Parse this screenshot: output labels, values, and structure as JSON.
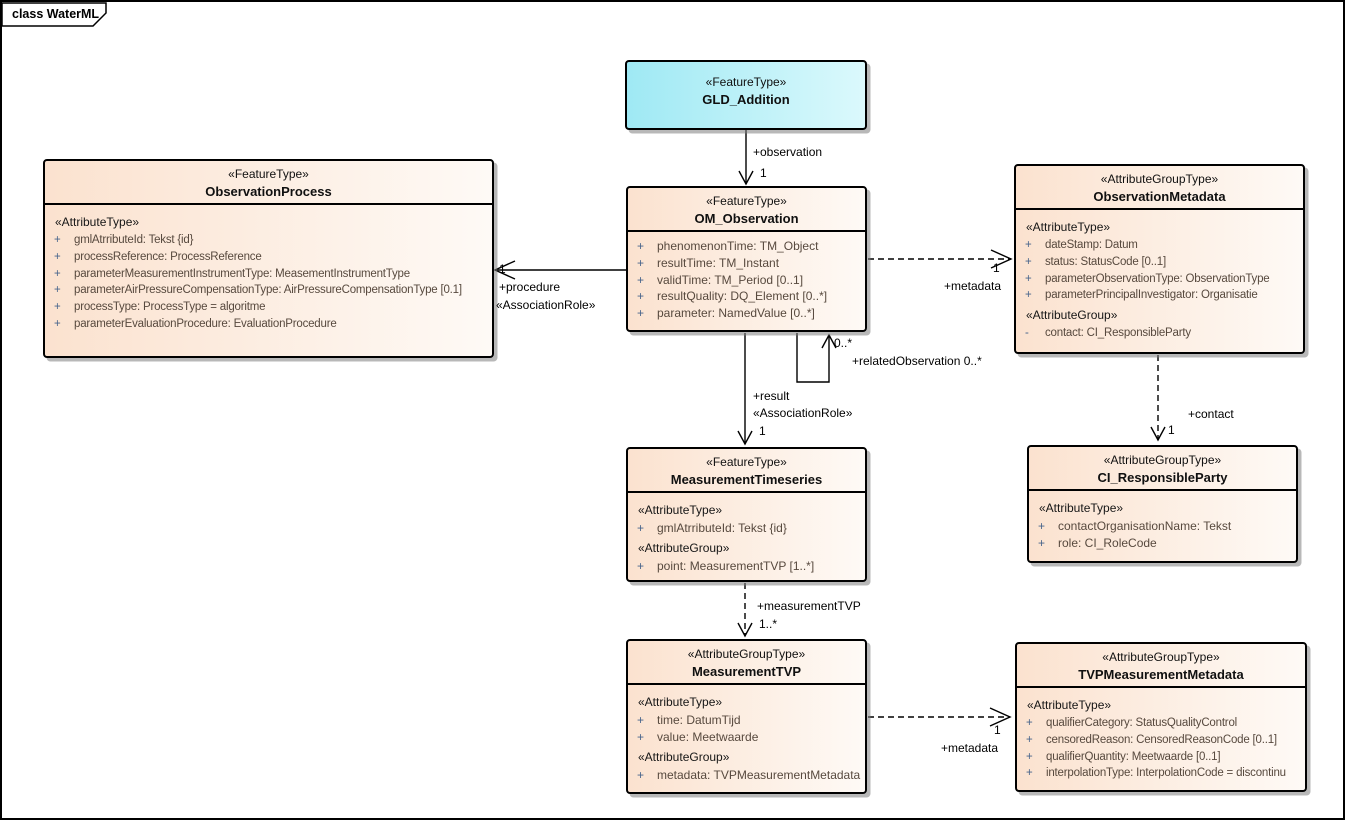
{
  "frame": {
    "label": "class WaterML"
  },
  "colors": {
    "class_border": "#000000",
    "feature_fill_left": "#9fe9f4",
    "feature_fill_right": "#dbf9fc",
    "class_fill_left": "#fbe2cf",
    "class_fill_right": "#fefaf6",
    "attribute_text": "#57493e",
    "visibility_sign": "#47648c"
  },
  "classes": [
    {
      "stereotype": "«FeatureType»",
      "name": "GLD_Addition",
      "sections": []
    },
    {
      "stereotype": "«FeatureType»",
      "name": "OM_Observation",
      "sections": [
        {
          "heading": "",
          "items": [
            {
              "vis": "+",
              "text": "phenomenonTime: TM_Object"
            },
            {
              "vis": "+",
              "text": "resultTime: TM_Instant"
            },
            {
              "vis": "+",
              "text": "validTime: TM_Period [0..1]"
            },
            {
              "vis": "+",
              "text": "resultQuality: DQ_Element [0..*]"
            },
            {
              "vis": "+",
              "text": "parameter: NamedValue [0..*]"
            }
          ]
        }
      ]
    },
    {
      "stereotype": "«FeatureType»",
      "name": "ObservationProcess",
      "sections": [
        {
          "heading": "«AttributeType»",
          "items": [
            {
              "vis": "+",
              "text": "gmlAtrributeId: Tekst {id}"
            },
            {
              "vis": "+",
              "text": "processReference: ProcessReference"
            },
            {
              "vis": "+",
              "text": "parameterMeasurementInstrumentType: MeasementInstrumentType"
            },
            {
              "vis": "+",
              "text": "parameterAirPressureCompensationType: AirPressureCompensationType [0.1]"
            },
            {
              "vis": "+",
              "text": "processType: ProcessType = algoritme"
            },
            {
              "vis": "+",
              "text": "parameterEvaluationProcedure: EvaluationProcedure"
            }
          ]
        }
      ]
    },
    {
      "stereotype": "«AttributeGroupType»",
      "name": "ObservationMetadata",
      "sections": [
        {
          "heading": "«AttributeType»",
          "items": [
            {
              "vis": "+",
              "text": "dateStamp: Datum"
            },
            {
              "vis": "+",
              "text": "status: StatusCode [0..1]"
            },
            {
              "vis": "+",
              "text": "parameterObservationType: ObservationType"
            },
            {
              "vis": "+",
              "text": "parameterPrincipalInvestigator: Organisatie"
            }
          ]
        },
        {
          "heading": "«AttributeGroup»",
          "items": [
            {
              "vis": "-",
              "text": "contact: CI_ResponsibleParty"
            }
          ]
        }
      ]
    },
    {
      "stereotype": "«FeatureType»",
      "name": "MeasurementTimeseries",
      "sections": [
        {
          "heading": "«AttributeType»",
          "items": [
            {
              "vis": "+",
              "text": "gmlAtrributeId: Tekst {id}"
            }
          ]
        },
        {
          "heading": "«AttributeGroup»",
          "items": [
            {
              "vis": "+",
              "text": "point: MeasurementTVP [1..*]"
            }
          ]
        }
      ]
    },
    {
      "stereotype": "«AttributeGroupType»",
      "name": "CI_ResponsibleParty",
      "sections": [
        {
          "heading": "«AttributeType»",
          "items": [
            {
              "vis": "+",
              "text": "contactOrganisationName: Tekst"
            },
            {
              "vis": "+",
              "text": "role: CI_RoleCode"
            }
          ]
        }
      ]
    },
    {
      "stereotype": "«AttributeGroupType»",
      "name": "MeasurementTVP",
      "sections": [
        {
          "heading": "«AttributeType»",
          "items": [
            {
              "vis": "+",
              "text": "time: DatumTijd"
            },
            {
              "vis": "+",
              "text": "value: Meetwaarde"
            }
          ]
        },
        {
          "heading": "«AttributeGroup»",
          "items": [
            {
              "vis": "+",
              "text": "metadata: TVPMeasurementMetadata"
            }
          ]
        }
      ]
    },
    {
      "stereotype": "«AttributeGroupType»",
      "name": "TVPMeasurementMetadata",
      "sections": [
        {
          "heading": "«AttributeType»",
          "items": [
            {
              "vis": "+",
              "text": "qualifierCategory: StatusQualityControl"
            },
            {
              "vis": "+",
              "text": "censoredReason: CensoredReasonCode [0..1]"
            },
            {
              "vis": "+",
              "text": "qualifierQuantity: Meetwaarde [0..1]"
            },
            {
              "vis": "+",
              "text": "interpolationType: InterpolationCode = discontinu"
            }
          ]
        }
      ]
    }
  ],
  "labels": [
    {
      "text": "+observation"
    },
    {
      "text": "1"
    },
    {
      "text": "1"
    },
    {
      "text": "+procedure"
    },
    {
      "text": "«AssociationRole»"
    },
    {
      "text": "1"
    },
    {
      "text": "+metadata"
    },
    {
      "text": "0..*"
    },
    {
      "text": "+relatedObservation 0..*"
    },
    {
      "text": "+result"
    },
    {
      "text": "«AssociationRole»"
    },
    {
      "text": "1"
    },
    {
      "text": "+contact"
    },
    {
      "text": "1"
    },
    {
      "text": "+measurementTVP"
    },
    {
      "text": "1..*"
    },
    {
      "text": "1"
    },
    {
      "text": "+metadata"
    }
  ]
}
